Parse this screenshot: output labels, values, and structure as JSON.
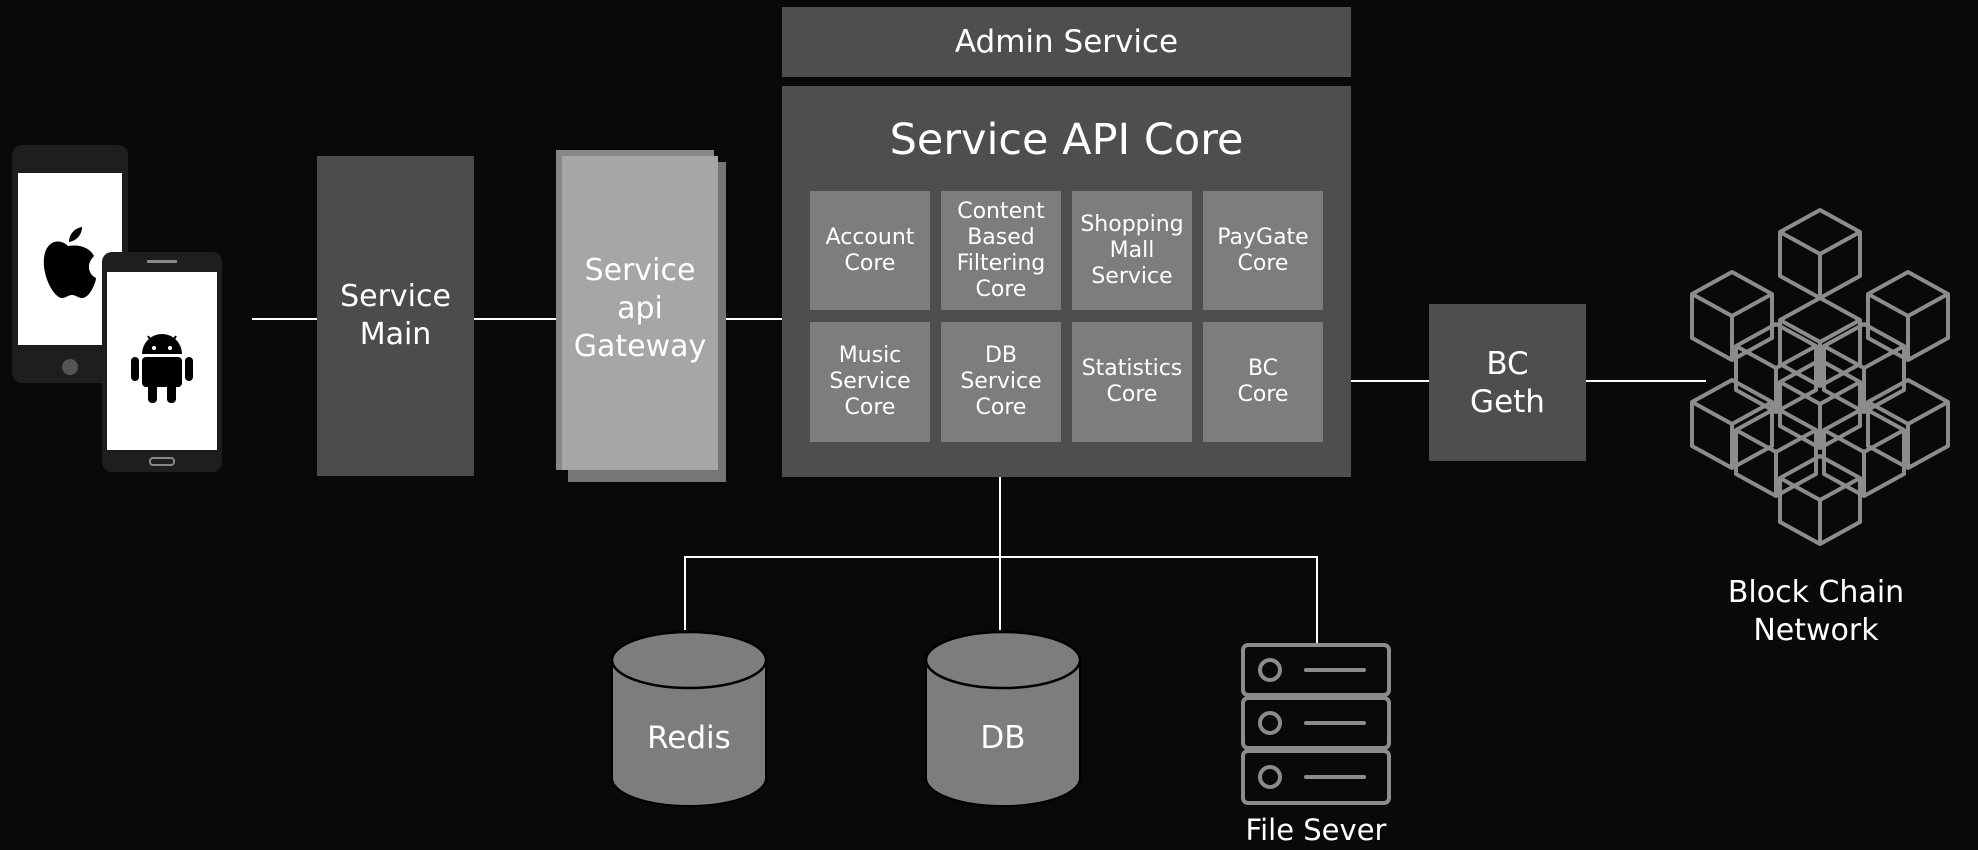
{
  "admin_service": {
    "label": "Admin Service"
  },
  "service_main": {
    "label": "Service\nMain"
  },
  "gateway": {
    "label": "Service\napi\nGateway"
  },
  "api_core": {
    "title": "Service API Core",
    "modules": [
      {
        "label": "Account\nCore"
      },
      {
        "label": "Content\nBased\nFiltering\nCore"
      },
      {
        "label": "Shopping\nMall\nService"
      },
      {
        "label": "PayGate\nCore"
      },
      {
        "label": "Music\nService\nCore"
      },
      {
        "label": "DB\nService\nCore"
      },
      {
        "label": "Statistics\nCore"
      },
      {
        "label": "BC\nCore"
      }
    ]
  },
  "bc_geth": {
    "label": "BC\nGeth"
  },
  "blockchain": {
    "label": "Block Chain\nNetwork"
  },
  "storage": {
    "redis": "Redis",
    "db": "DB",
    "file_server": "File Sever"
  },
  "clients": {
    "ios_icon": "apple-logo-icon",
    "android_icon": "android-logo-icon"
  }
}
